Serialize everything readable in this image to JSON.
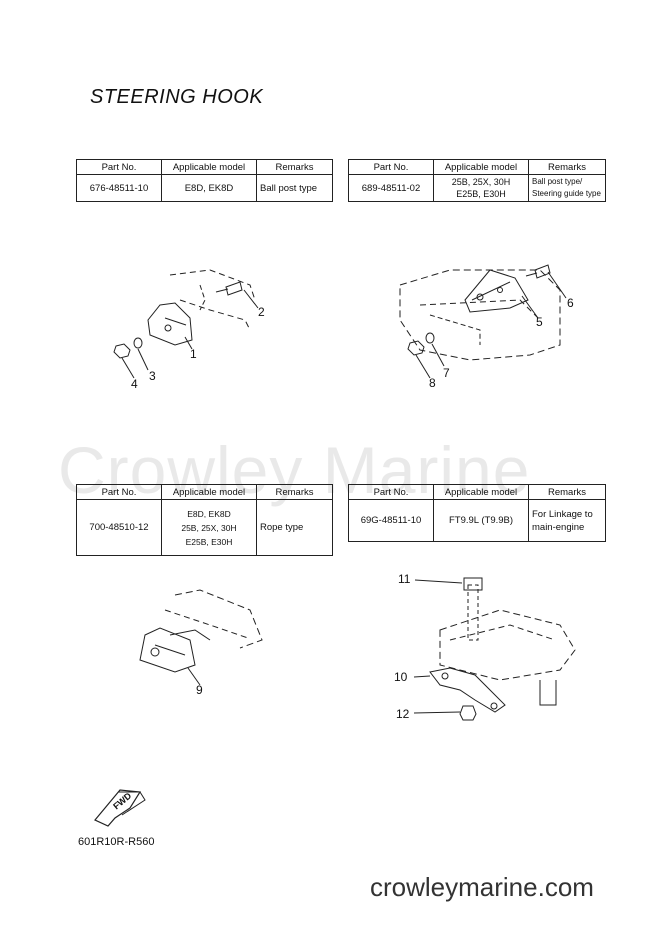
{
  "title": "STEERING HOOK",
  "headers": {
    "part_no": "Part No.",
    "model": "Applicable model",
    "remarks": "Remarks"
  },
  "tables": [
    {
      "part_no": "676-48511-10",
      "models": [
        "E8D, EK8D"
      ],
      "remarks": [
        "Ball post type"
      ]
    },
    {
      "part_no": "689-48511-02",
      "models": [
        "25B, 25X, 30H",
        "E25B, E30H"
      ],
      "remarks": [
        "Ball post type/",
        "Steering guide type"
      ]
    },
    {
      "part_no": "700-48510-12",
      "models": [
        "E8D, EK8D",
        "25B, 25X, 30H",
        "E25B, E30H"
      ],
      "remarks": [
        "Rope type"
      ]
    },
    {
      "part_no": "69G-48511-10",
      "models": [
        "FT9.9L (T9.9B)"
      ],
      "remarks": [
        "For Linkage to",
        "main-engine"
      ]
    }
  ],
  "callouts": [
    "1",
    "2",
    "3",
    "4",
    "5",
    "6",
    "7",
    "8",
    "9",
    "10",
    "11",
    "12"
  ],
  "fwd_label": "FWD",
  "figure_code": "601R10R-R560",
  "watermark": "Crowley Marine",
  "footer": "crowleymarine.com"
}
